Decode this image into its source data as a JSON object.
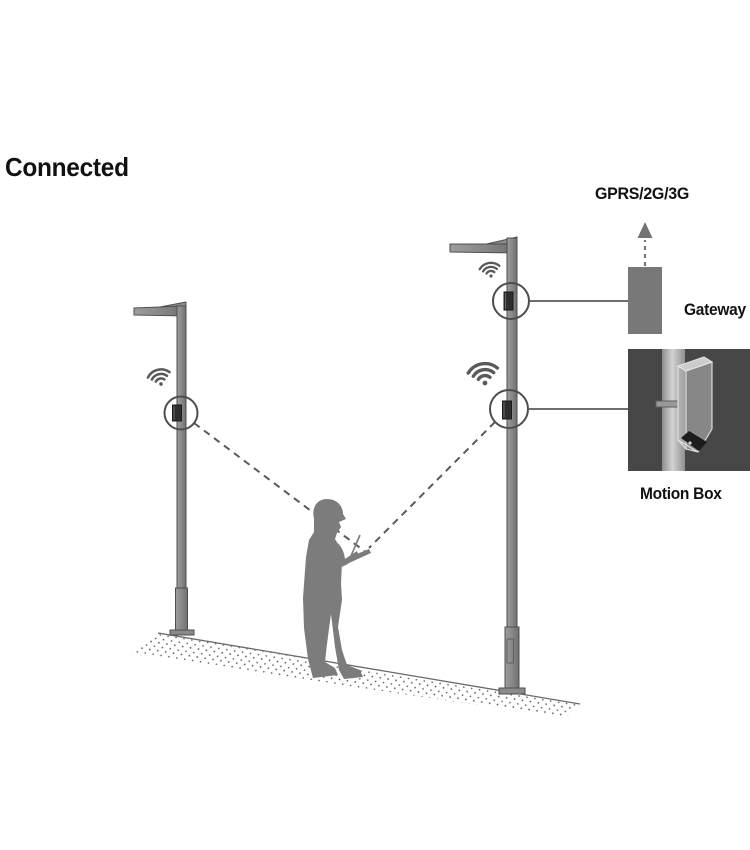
{
  "title": "Connected",
  "labels": {
    "network": "GPRS/2G/3G",
    "gateway": "Gateway",
    "motion_box": "Motion Box"
  },
  "colors": {
    "text": "#111111",
    "silhouette_gray": "#7c7c7c",
    "pole_gray": "#8a8a8a",
    "pole_edge": "#4f4f4f",
    "line_gray": "#5a5a5a",
    "gateway_gray": "#787878",
    "photo_background": "#474747",
    "sensor_dark": "#2f2f2f"
  },
  "icons": [
    {
      "name": "wifi-icon",
      "shape": "three concentric arcs with dot"
    },
    {
      "name": "arrow-up-icon",
      "shape": "dashed stem with triangle head"
    }
  ]
}
